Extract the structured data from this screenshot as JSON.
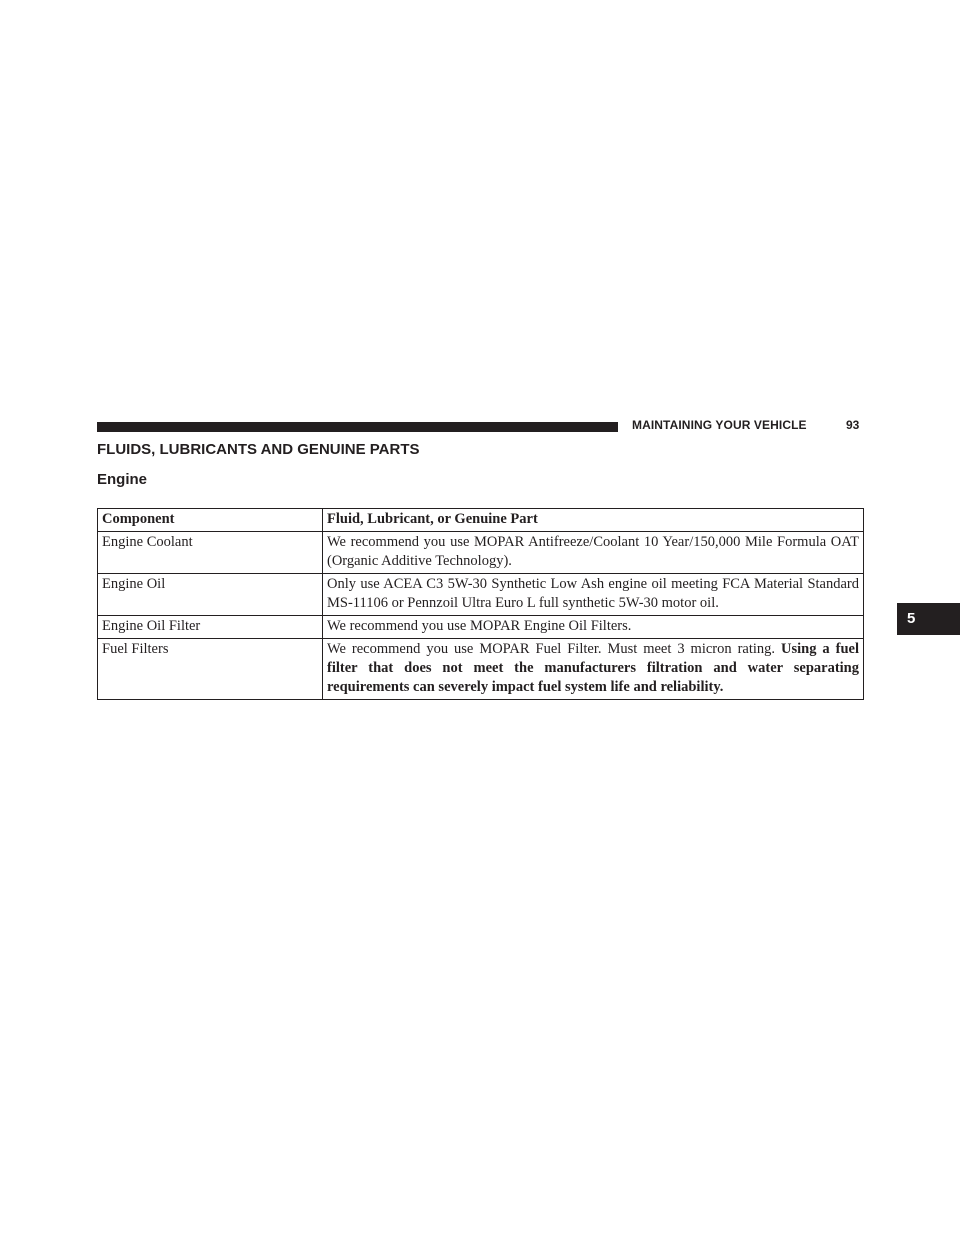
{
  "header": {
    "section_name": "MAINTAINING YOUR VEHICLE",
    "page_number": "93"
  },
  "chapter_tab": "5",
  "section_title": "FLUIDS, LUBRICANTS AND GENUINE PARTS",
  "subsection_title": "Engine",
  "table": {
    "headers": [
      "Component",
      "Fluid, Lubricant, or Genuine Part"
    ],
    "rows": [
      {
        "component": "Engine Coolant",
        "description": "We recommend you use MOPAR Antifreeze/Coolant 10 Year/150,000 Mile Formula OAT (Organic Additive Technology)."
      },
      {
        "component": "Engine Oil",
        "description": "Only use ACEA C3 5W-30 Synthetic Low Ash engine oil meeting FCA Material Standard MS-11106 or Pennzoil Ultra Euro L full synthetic 5W-30 motor oil."
      },
      {
        "component": "Engine Oil Filter",
        "description": "We recommend you use MOPAR Engine Oil Filters."
      },
      {
        "component": "Fuel Filters",
        "description": "We recommend you use MOPAR Fuel Filter. Must meet 3 micron rating.",
        "warning": "Using a fuel filter that does not meet the manufacturers filtration and water separating requirements can severely impact fuel system life and reliability."
      }
    ]
  }
}
